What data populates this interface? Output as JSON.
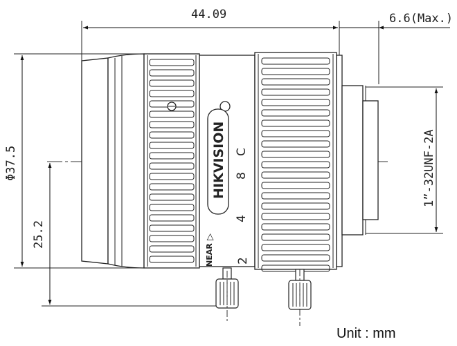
{
  "dimensions": {
    "overall_length": "44.09",
    "flange_max": "6.6(Max.)",
    "diameter": "Φ37.5",
    "screw_offset": "25.2",
    "mount_thread": "1”-32UNF-2A"
  },
  "lens_markings": {
    "brand": "HIKVISION",
    "near_label": "NEAR",
    "near_arrow": "▷",
    "focus_2": "2",
    "focus_4": "4",
    "focus_8": "8",
    "focus_c": "C"
  },
  "footer": {
    "unit": "Unit : mm"
  }
}
